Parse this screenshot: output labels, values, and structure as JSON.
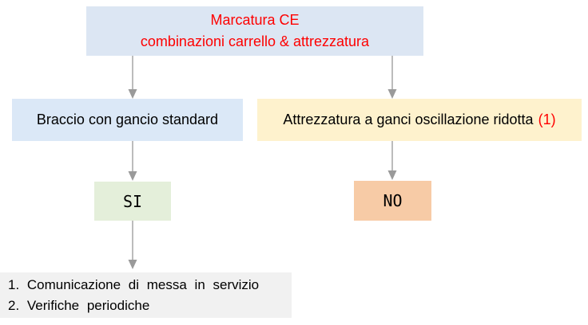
{
  "diagram": {
    "title_box": {
      "line1": "Marcatura CE",
      "line2": "combinazioni carrello & attrezzatura"
    },
    "left_box": {
      "label": "Braccio con gancio standard"
    },
    "right_box": {
      "label": "Attrezzatura a ganci oscillazione ridotta",
      "suffix": "(1)"
    },
    "yes_box": {
      "label": "SI"
    },
    "no_box": {
      "label": "NO"
    },
    "result_box": {
      "line1": "1. Comunicazione di messa in servizio",
      "line2": "2. Verifiche periodiche"
    },
    "colors": {
      "title_box_bg": "#dce6f3",
      "title_text": "#fe0000",
      "left_box_bg": "#dbe8f7",
      "right_box_bg": "#fef2cd",
      "right_suffix_text": "#fe0000",
      "yes_box_bg": "#e4efda",
      "no_box_bg": "#f7cba6",
      "result_box_bg": "#f1f1f1",
      "arrow": "#a6a6a6"
    }
  }
}
